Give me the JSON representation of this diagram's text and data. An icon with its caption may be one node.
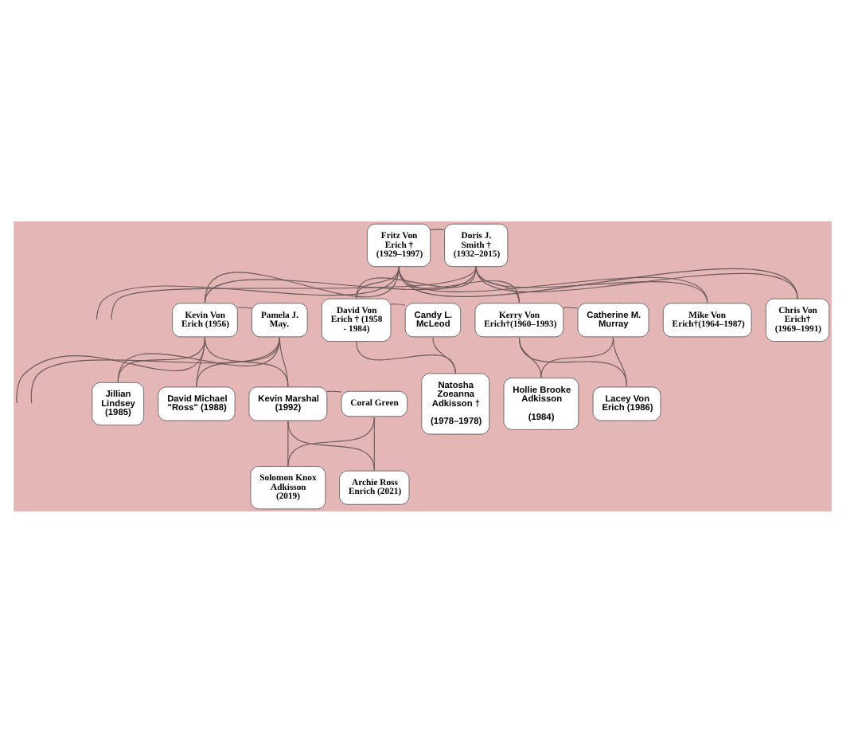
{
  "diagram": {
    "nodes": [
      {
        "text": [
          "Fritz Von Erich † (1929–1997)"
        ]
      },
      {
        "text": [
          "Doris J. Smith † (1932–2015)"
        ]
      },
      {
        "text": [
          "Kevin Von Erich (1956)"
        ]
      },
      {
        "text": [
          "Pamela J. May."
        ]
      },
      {
        "text": [
          "David Von Erich † (1958 - 1984)"
        ]
      },
      {
        "text": [
          "Candy L. McLeod"
        ]
      },
      {
        "text": [
          "Kerry Von Erich†(1960–1993)"
        ]
      },
      {
        "text": [
          "Catherine M. Murray"
        ]
      },
      {
        "text": [
          "Mike Von Erich†(1964–1987)"
        ]
      },
      {
        "text": [
          "Chris Von Erich† (1969–1991)"
        ]
      },
      {
        "text": [
          "Natosha Zoeanna Adkisson †",
          "(1978–1978)"
        ]
      },
      {
        "text": [
          "Hollie Brooke Adkisson",
          "(1984)"
        ]
      },
      {
        "text": [
          "Lacey Von Erich (1986)"
        ]
      },
      {
        "text": [
          "Jillian Lindsey (1985)"
        ]
      },
      {
        "text": [
          "David Michael \"Ross\" (1988)"
        ]
      },
      {
        "text": [
          "Kevin Marshal (1992)"
        ]
      },
      {
        "text": [
          "Coral Green"
        ]
      },
      {
        "text": [
          "Solomon Knox Adkisson (2019)"
        ]
      },
      {
        "text": [
          "Archie Ross Enrich (2021)"
        ]
      }
    ],
    "edges": [
      {
        "from": 0,
        "to": 1,
        "arrow": "none"
      },
      {
        "from": 0,
        "to": null,
        "arrow": "none"
      },
      {
        "from": 1,
        "to": null,
        "arrow": "none"
      },
      {
        "from": 0,
        "to": 2,
        "arrow": "none"
      },
      {
        "from": 1,
        "to": 2,
        "arrow": "none"
      },
      {
        "from": 0,
        "to": 4,
        "arrow": "none"
      },
      {
        "from": 1,
        "to": 4,
        "arrow": "none"
      },
      {
        "from": 0,
        "to": 6,
        "arrow": "none"
      },
      {
        "from": 1,
        "to": 6,
        "arrow": "none"
      },
      {
        "from": 0,
        "to": 8,
        "arrow": "none"
      },
      {
        "from": 1,
        "to": 8,
        "arrow": "none"
      },
      {
        "from": 0,
        "to": 9,
        "arrow": "none"
      },
      {
        "from": 1,
        "to": 9,
        "arrow": "none"
      },
      {
        "from": 2,
        "to": 3,
        "arrow": "none"
      },
      {
        "from": 4,
        "to": 5,
        "arrow": "none"
      },
      {
        "from": 6,
        "to": 7,
        "arrow": "none"
      },
      {
        "from": 2,
        "to": null,
        "arrow": "none"
      },
      {
        "from": 3,
        "to": null,
        "arrow": "none"
      },
      {
        "from": 2,
        "to": 13,
        "arrow": "none"
      },
      {
        "from": 3,
        "to": 13,
        "arrow": "none"
      },
      {
        "from": 2,
        "to": 14,
        "arrow": "none"
      },
      {
        "from": 3,
        "to": 14,
        "arrow": "none"
      },
      {
        "from": 2,
        "to": 15,
        "arrow": "none"
      },
      {
        "from": 3,
        "to": 15,
        "arrow": "none"
      },
      {
        "from": 4,
        "to": 10,
        "arrow": "none"
      },
      {
        "from": 5,
        "to": 10,
        "arrow": "none"
      },
      {
        "from": 6,
        "to": 11,
        "arrow": "none"
      },
      {
        "from": 7,
        "to": 11,
        "arrow": "none"
      },
      {
        "from": 6,
        "to": 12,
        "arrow": "none"
      },
      {
        "from": 7,
        "to": 12,
        "arrow": "none"
      },
      {
        "from": 15,
        "to": 16,
        "arrow": "none"
      },
      {
        "from": 15,
        "to": 17,
        "arrow": "none"
      },
      {
        "from": 16,
        "to": 17,
        "arrow": "none"
      },
      {
        "from": 15,
        "to": 18,
        "arrow": "none"
      },
      {
        "from": 16,
        "to": 18,
        "arrow": "none"
      }
    ]
  }
}
